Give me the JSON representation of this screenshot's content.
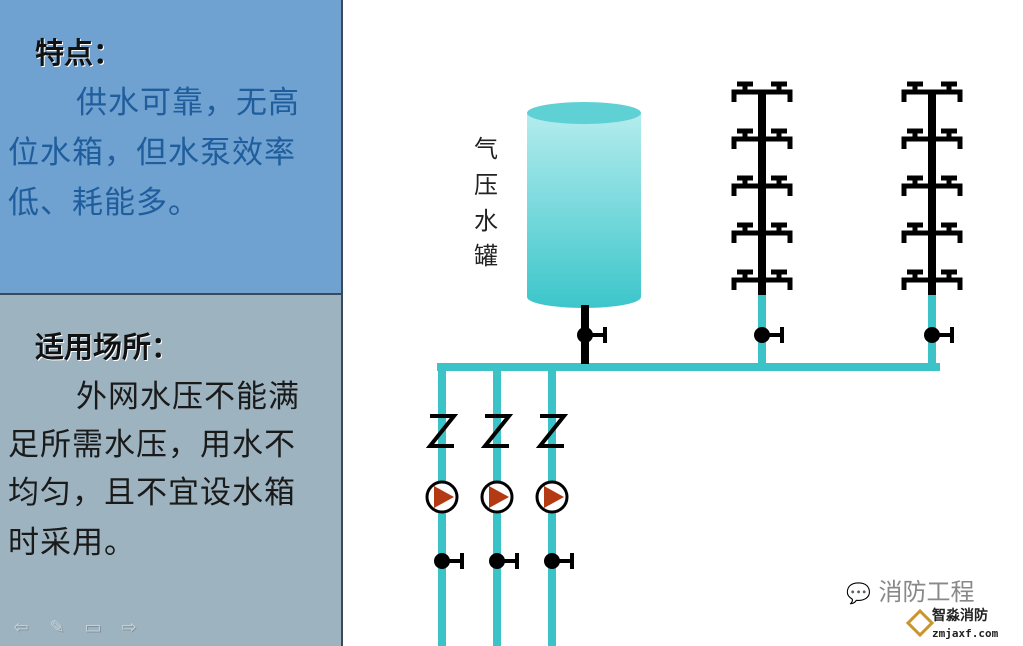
{
  "features": {
    "heading": "特点：",
    "lines": [
      "供水可靠，无高",
      "位水箱，但水泵效率",
      "低、耗能多。"
    ]
  },
  "applicability": {
    "heading": "适用场所：",
    "lines": [
      "外网水压不能满",
      "足所需水压，用水不",
      "均匀，且不宜设水箱",
      "时采用。"
    ]
  },
  "diagram": {
    "tank_label": [
      "气",
      "压",
      "水",
      "罐"
    ]
  },
  "nav": [
    "arrow-left-icon",
    "pen-icon",
    "menu-icon",
    "arrow-right-icon"
  ],
  "watermark": {
    "account": "消防工程",
    "brand": "智淼消防",
    "site": "zmjaxf.com"
  },
  "colors": {
    "pipe": "#3cc3c8",
    "pump": "#b33a12",
    "top_panel": "#6fa2d0",
    "bottom_panel": "#9db3c0"
  }
}
